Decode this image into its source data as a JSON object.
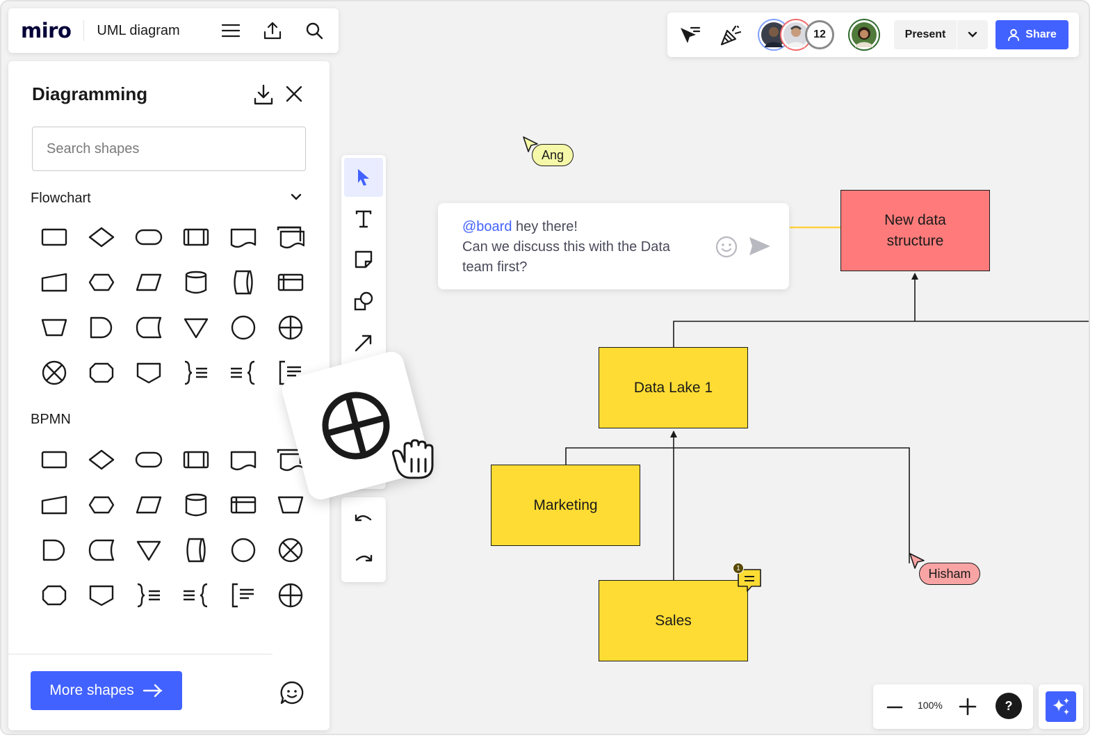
{
  "app": {
    "logo": "miro",
    "board_title": "UML diagram"
  },
  "topbar": {
    "icons": [
      "menu-icon",
      "export-icon",
      "search-icon"
    ],
    "right": {
      "icons": [
        "select-cursor-icon",
        "celebrate-icon"
      ],
      "collaborator_count": "12",
      "present_label": "Present",
      "share_label": "Share",
      "colors": {
        "accent": "#4262ff",
        "avatar_ring_red": "#f06b6b"
      }
    }
  },
  "sidepanel": {
    "title": "Diagramming",
    "search": {
      "placeholder": "Search shapes",
      "value": ""
    },
    "sections": [
      {
        "label": "Flowchart",
        "expanded": true
      },
      {
        "label": "BPMN"
      }
    ],
    "more_shapes_label": "More shapes"
  },
  "toolbar": {
    "tools": [
      "select-icon",
      "text-icon",
      "sticky-note-icon",
      "shapes-icon",
      "connector-line-icon"
    ],
    "history": [
      "undo-icon",
      "redo-icon"
    ]
  },
  "canvas": {
    "comment": {
      "mention": "@board",
      "text_rest": " hey there!",
      "text_line2": "Can we discuss this with the Data team first?"
    },
    "cursors": [
      {
        "name": "Ang",
        "color": "#f5f8a8"
      },
      {
        "name": "Hisham",
        "color": "#f9a4a4"
      }
    ],
    "stickies": {
      "new_data": "New data structure",
      "data_lake": "Data Lake 1",
      "marketing": "Marketing",
      "sales": "Sales"
    },
    "comment_badge_count": "1",
    "sticky_colors": {
      "yellow": "#ffdc33",
      "red": "#ff7b7b"
    }
  },
  "zoom": {
    "value": "100%",
    "help": "?"
  }
}
